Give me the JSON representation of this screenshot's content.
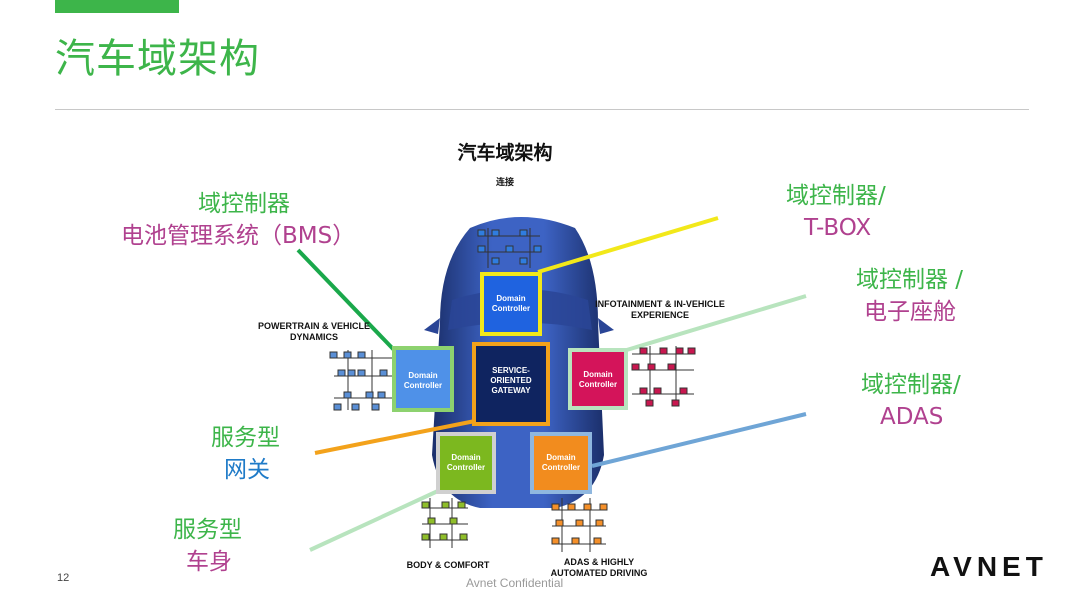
{
  "header": {
    "title": "汽车域架构",
    "accent_color": "#3db54a"
  },
  "diagram": {
    "title": "汽车域架构",
    "subtitle": "连接",
    "domain_controller_label": "Domain Controller",
    "gateway_label": "SERVICE-ORIENTED GATEWAY",
    "captions": {
      "powertrain": "POWERTRAIN & VEHICLE DYNAMICS",
      "infotainment": "INFOTAINMENT & IN-VEHICLE EXPERIENCE",
      "body": "BODY & COMFORT",
      "adas": "ADAS & HIGHLY AUTOMATED DRIVING"
    }
  },
  "callouts": {
    "bms_line1": "域控制器",
    "bms_line2": "电池管理系统（BMS）",
    "tbox_line1": "域控制器/",
    "tbox_line2": "T-BOX",
    "cockpit_line1": "域控制器 /",
    "cockpit_line2": "电子座舱",
    "adas_line1": "域控制器/",
    "adas_line2": "ADAS",
    "gateway_line1": "服务型",
    "gateway_line2": "网关",
    "body_line1": "服务型",
    "body_line2": "车身"
  },
  "colors": {
    "green": "#3db54a",
    "pink": "#b0418f",
    "blue": "#1f7bc8",
    "yellow": "#f2e81a",
    "orange": "#f3a21b",
    "lightgreen": "#b8e4be",
    "steelblue": "#6fa5d6"
  },
  "footer": {
    "page_number": "12",
    "confidential": "Avnet Confidential",
    "logo": "AVNET"
  }
}
